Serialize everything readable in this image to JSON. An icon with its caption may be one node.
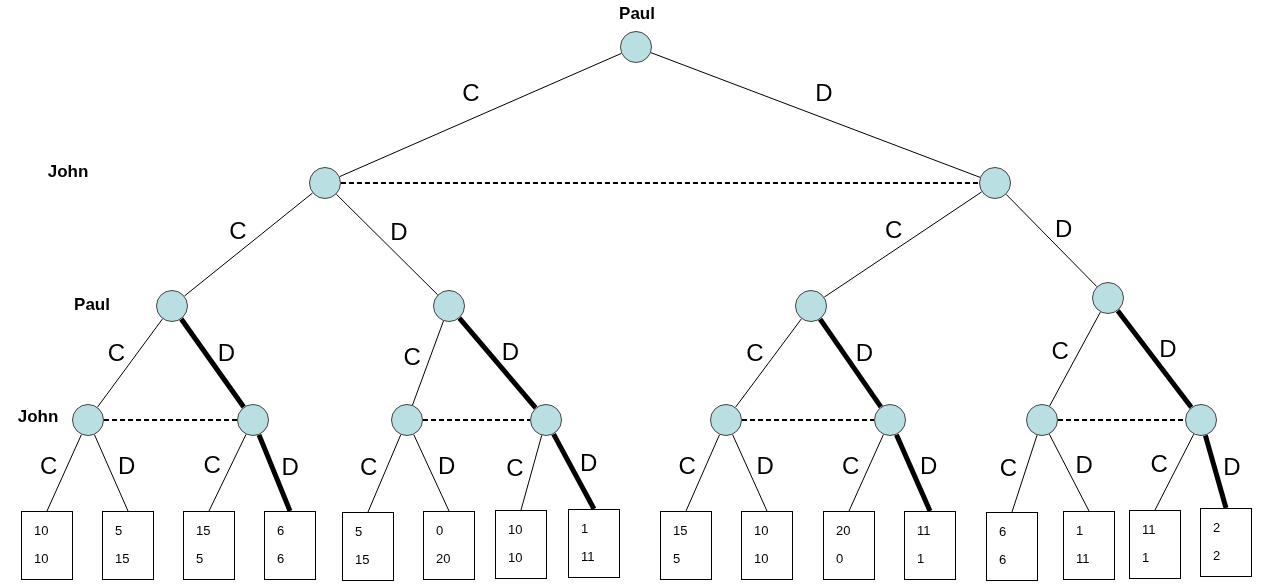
{
  "diagram": {
    "nodes": [
      {
        "text": [],
        "shape": "circle"
      },
      {
        "text": [],
        "shape": "circle"
      },
      {
        "text": [],
        "shape": "circle"
      },
      {
        "text": [],
        "shape": "circle"
      },
      {
        "text": [],
        "shape": "circle"
      },
      {
        "text": [],
        "shape": "circle"
      },
      {
        "text": [],
        "shape": "circle"
      },
      {
        "text": [],
        "shape": "circle"
      },
      {
        "text": [],
        "shape": "circle"
      },
      {
        "text": [],
        "shape": "circle"
      },
      {
        "text": [],
        "shape": "circle"
      },
      {
        "text": [],
        "shape": "circle"
      },
      {
        "text": [],
        "shape": "circle"
      },
      {
        "text": [],
        "shape": "circle"
      },
      {
        "text": [],
        "shape": "circle"
      },
      {
        "text": [
          "10",
          "10"
        ]
      },
      {
        "text": [
          "5",
          "15"
        ]
      },
      {
        "text": [
          "15",
          "5"
        ]
      },
      {
        "text": [
          "6",
          "6"
        ]
      },
      {
        "text": [
          "5",
          "15"
        ]
      },
      {
        "text": [
          "0",
          "20"
        ]
      },
      {
        "text": [
          "10",
          "10"
        ]
      },
      {
        "text": [
          "1",
          "11"
        ]
      },
      {
        "text": [
          "15",
          "5"
        ]
      },
      {
        "text": [
          "10",
          "10"
        ]
      },
      {
        "text": [
          "20",
          "0"
        ]
      },
      {
        "text": [
          "11",
          "1"
        ]
      },
      {
        "text": [
          "6",
          "6"
        ]
      },
      {
        "text": [
          "1",
          "11"
        ]
      },
      {
        "text": [
          "11",
          "1"
        ]
      },
      {
        "text": [
          "2",
          "2"
        ]
      }
    ],
    "edges": [
      {
        "from": 0,
        "to": 1,
        "arrow": "none",
        "label": "C"
      },
      {
        "from": 0,
        "to": 2,
        "arrow": "none",
        "label": "D"
      },
      {
        "from": 1,
        "to": 2,
        "arrow": "none",
        "style": "dashed"
      },
      {
        "from": 1,
        "to": 3,
        "arrow": "none",
        "label": "C"
      },
      {
        "from": 1,
        "to": 4,
        "arrow": "none",
        "label": "D"
      },
      {
        "from": 2,
        "to": 5,
        "arrow": "none",
        "label": "C"
      },
      {
        "from": 2,
        "to": 6,
        "arrow": "none",
        "label": "D"
      },
      {
        "from": 3,
        "to": 7,
        "arrow": "none",
        "label": "C"
      },
      {
        "from": 3,
        "to": 8,
        "arrow": "none",
        "label": "D",
        "style": "thick"
      },
      {
        "from": 4,
        "to": 9,
        "arrow": "none",
        "label": "C"
      },
      {
        "from": 4,
        "to": 10,
        "arrow": "none",
        "label": "D",
        "style": "thick"
      },
      {
        "from": 5,
        "to": 11,
        "arrow": "none",
        "label": "C"
      },
      {
        "from": 5,
        "to": 12,
        "arrow": "none",
        "label": "D",
        "style": "thick"
      },
      {
        "from": 6,
        "to": 13,
        "arrow": "none",
        "label": "C"
      },
      {
        "from": 6,
        "to": 14,
        "arrow": "none",
        "label": "D",
        "style": "thick"
      },
      {
        "from": 7,
        "to": 8,
        "arrow": "none",
        "style": "dashed"
      },
      {
        "from": 9,
        "to": 10,
        "arrow": "none",
        "style": "dashed"
      },
      {
        "from": 11,
        "to": 12,
        "arrow": "none",
        "style": "dashed"
      },
      {
        "from": 13,
        "to": 14,
        "arrow": "none",
        "style": "dashed"
      },
      {
        "from": 7,
        "to": 15,
        "arrow": "none",
        "label": "C"
      },
      {
        "from": 7,
        "to": 16,
        "arrow": "none",
        "label": "D"
      },
      {
        "from": 8,
        "to": 17,
        "arrow": "none",
        "label": "C"
      },
      {
        "from": 8,
        "to": 18,
        "arrow": "none",
        "label": "D",
        "style": "thick"
      },
      {
        "from": 9,
        "to": 19,
        "arrow": "none",
        "label": "C"
      },
      {
        "from": 9,
        "to": 20,
        "arrow": "none",
        "label": "D"
      },
      {
        "from": 10,
        "to": 21,
        "arrow": "none",
        "label": "C"
      },
      {
        "from": 10,
        "to": 22,
        "arrow": "none",
        "label": "D",
        "style": "thick"
      },
      {
        "from": 11,
        "to": 23,
        "arrow": "none",
        "label": "C"
      },
      {
        "from": 11,
        "to": 24,
        "arrow": "none",
        "label": "D"
      },
      {
        "from": 12,
        "to": 25,
        "arrow": "none",
        "label": "C"
      },
      {
        "from": 12,
        "to": 26,
        "arrow": "none",
        "label": "D",
        "style": "thick"
      },
      {
        "from": 13,
        "to": 27,
        "arrow": "none",
        "label": "C"
      },
      {
        "from": 13,
        "to": 28,
        "arrow": "none",
        "label": "D"
      },
      {
        "from": 14,
        "to": 29,
        "arrow": "none",
        "label": "C"
      },
      {
        "from": 14,
        "to": 30,
        "arrow": "none",
        "label": "D",
        "style": "thick"
      }
    ],
    "labels": [
      "Paul",
      "John",
      "Paul",
      "John"
    ]
  }
}
